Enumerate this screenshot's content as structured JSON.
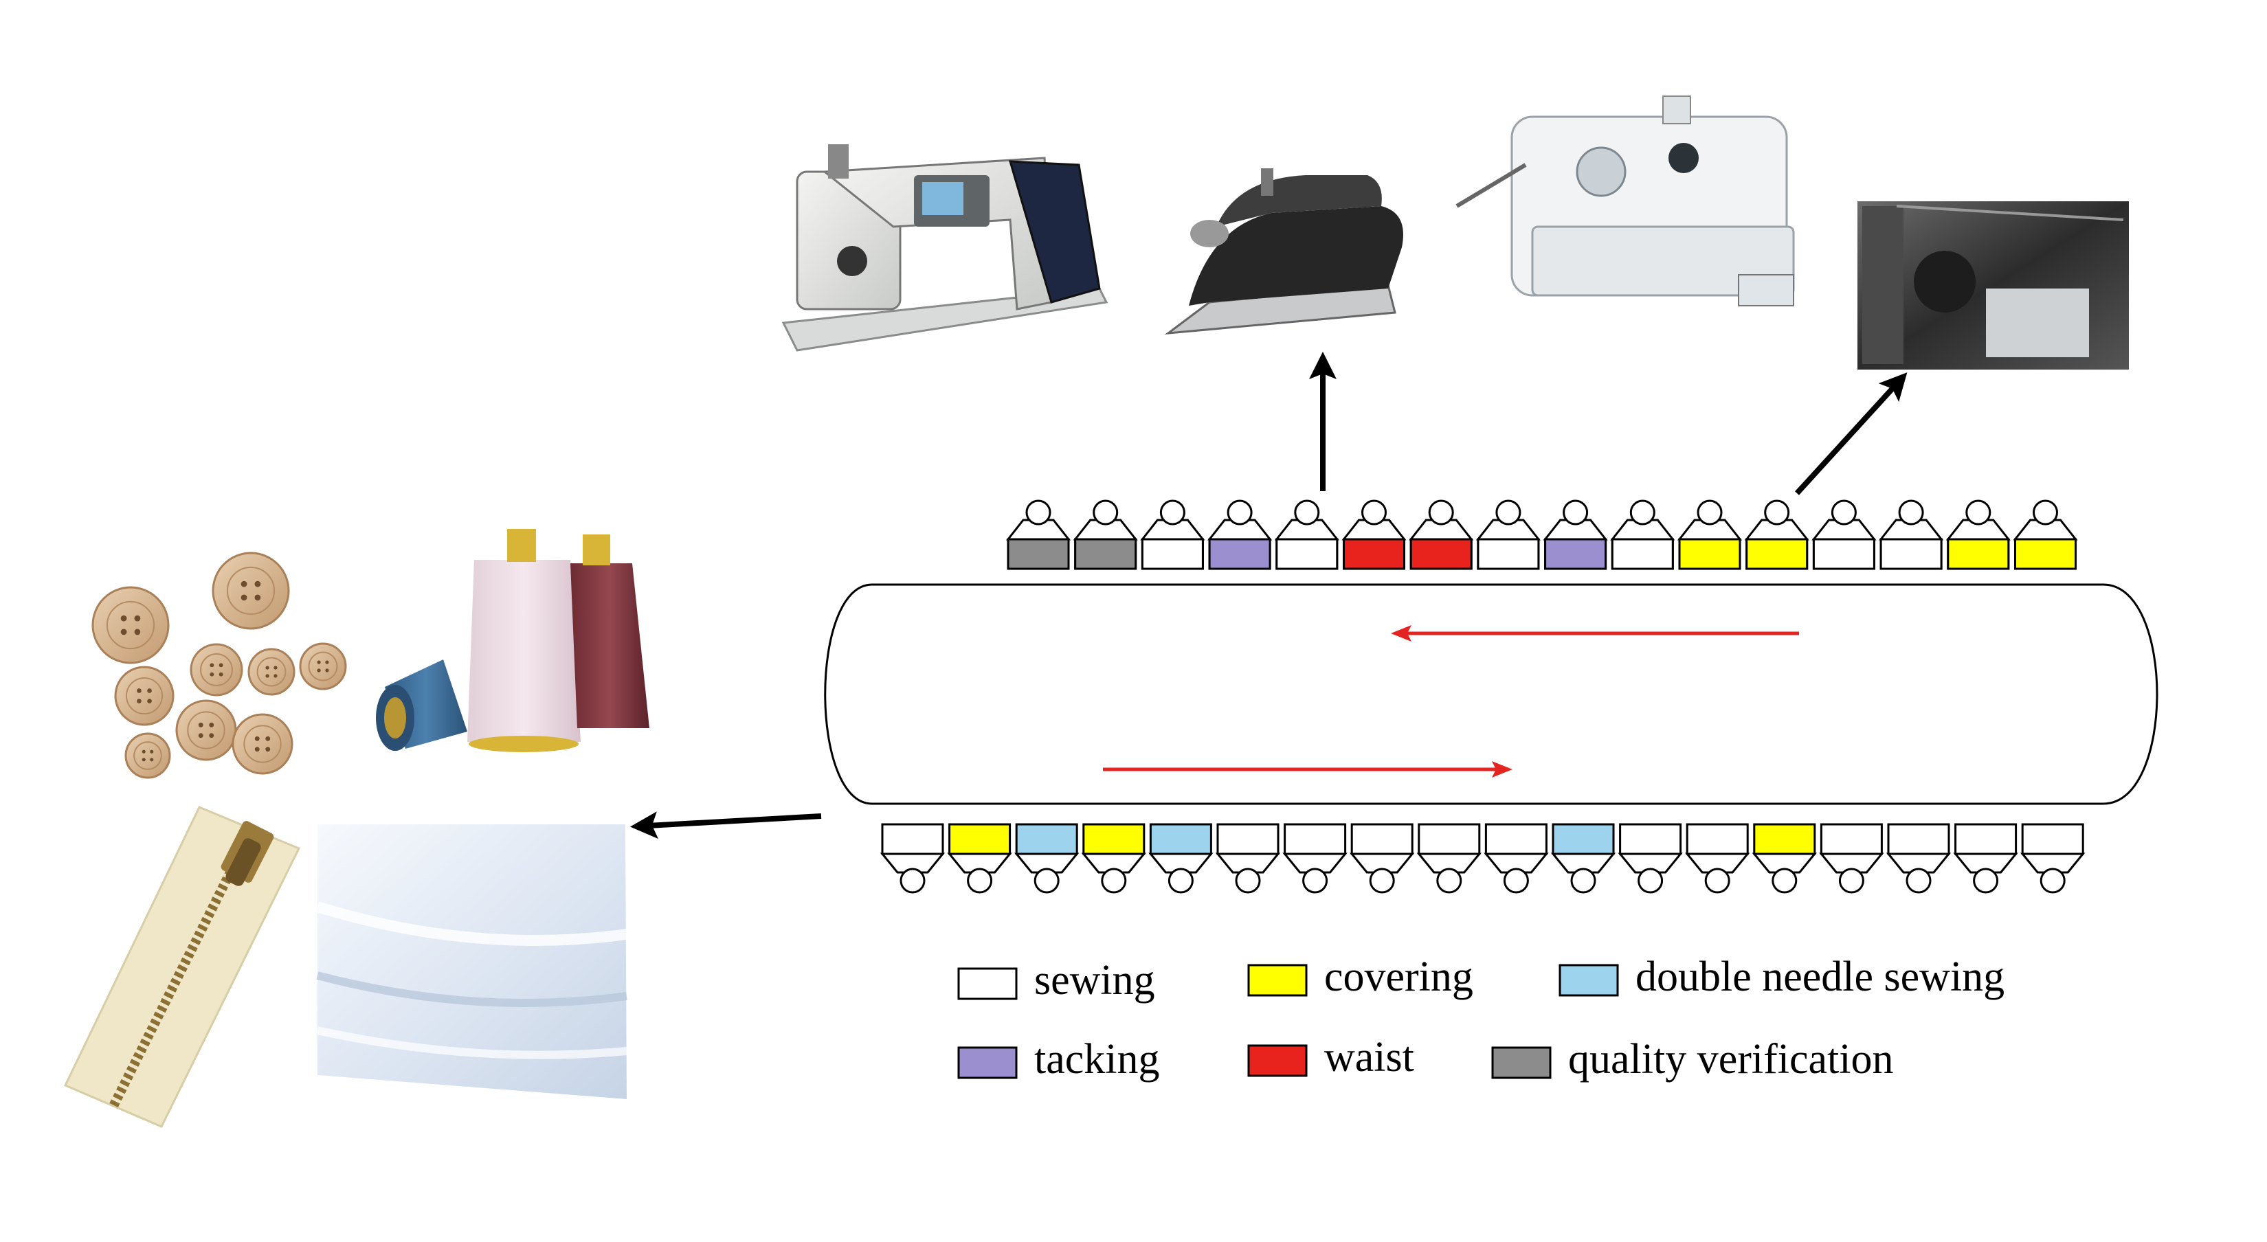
{
  "colors": {
    "sewing": "#ffffff",
    "covering": "#ffff00",
    "double_needle_sewing": "#9dd3ec",
    "tacking": "#9b8fd0",
    "waist": "#e8231e",
    "quality_verification": "#8c8c8c",
    "flow_arrow": "#e32420",
    "pointer_arrow": "#000000"
  },
  "legend": [
    {
      "key": "sewing",
      "label": "sewing"
    },
    {
      "key": "covering",
      "label": "covering"
    },
    {
      "key": "double_needle_sewing",
      "label": "double needle sewing"
    },
    {
      "key": "tacking",
      "label": "tacking"
    },
    {
      "key": "waist",
      "label": "waist"
    },
    {
      "key": "quality_verification",
      "label": "quality verification"
    }
  ],
  "top_stations": [
    "quality_verification",
    "quality_verification",
    "sewing",
    "tacking",
    "sewing",
    "waist",
    "waist",
    "sewing",
    "tacking",
    "sewing",
    "covering",
    "covering",
    "sewing",
    "sewing",
    "covering",
    "covering"
  ],
  "bottom_stations": [
    "sewing",
    "covering",
    "double_needle_sewing",
    "covering",
    "double_needle_sewing",
    "sewing",
    "sewing",
    "sewing",
    "sewing",
    "sewing",
    "double_needle_sewing",
    "sewing",
    "sewing",
    "covering",
    "sewing",
    "sewing",
    "sewing",
    "sewing"
  ],
  "pictures": [
    "sewing-machine-picture",
    "steam-iron-picture",
    "bartack-machine-picture",
    "workshop-photo",
    "buttons-picture",
    "thread-cones-picture",
    "zipper-picture",
    "fabric-picture"
  ]
}
